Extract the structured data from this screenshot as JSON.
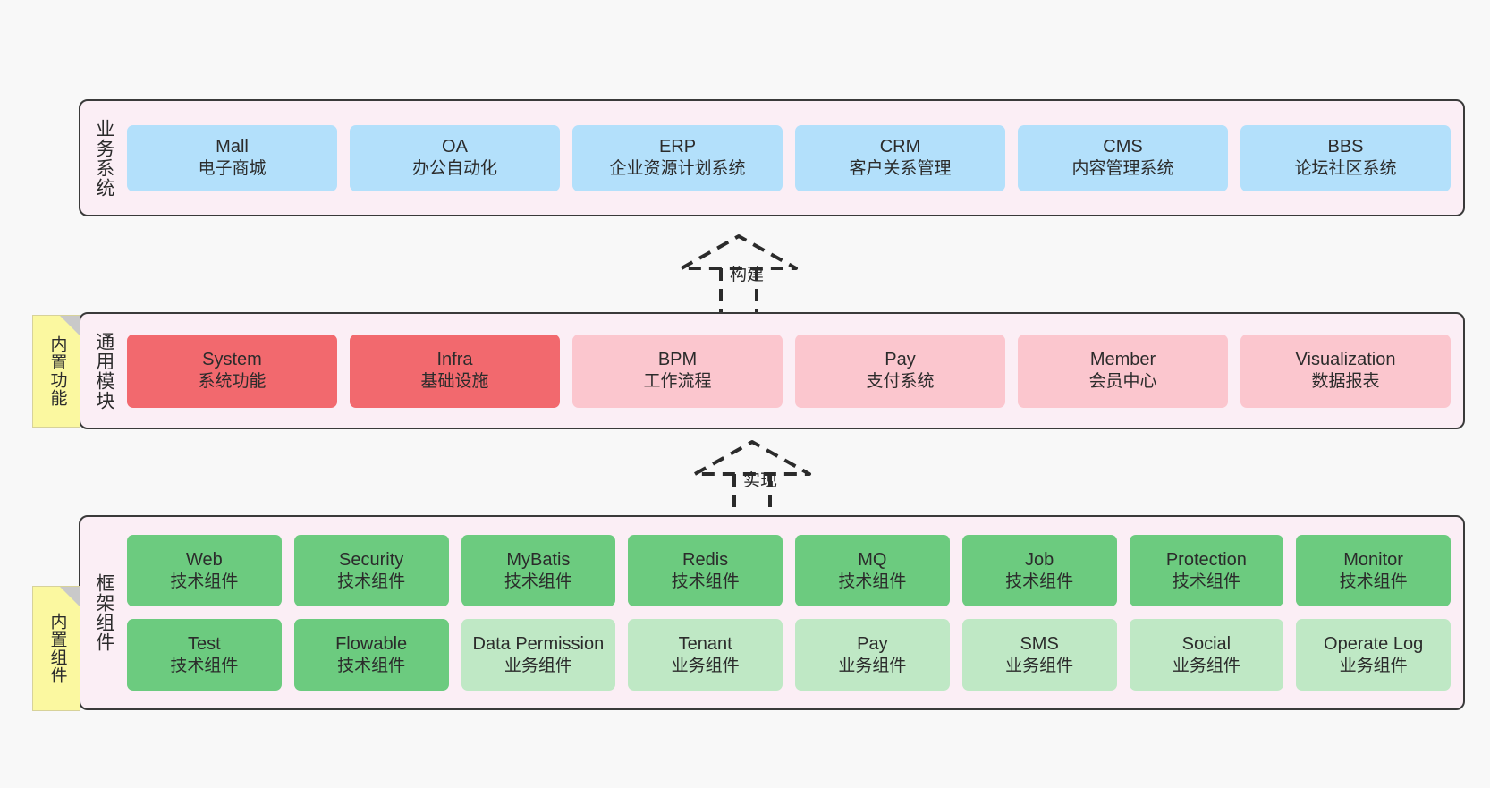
{
  "diagram": {
    "background": "#f8f8f8",
    "panel_bg": "#fbeef5",
    "panel_border": "#3a3a3a",
    "note_bg": "#fbf8a0",
    "colors": {
      "business": "#b3e0fb",
      "core_module": "#f2696e",
      "optional_module": "#fbc6ce",
      "tech_component": "#6ccb7f",
      "business_component": "#bfe8c5"
    }
  },
  "notes": [
    {
      "name": "builtin-features",
      "text": "内置功能"
    },
    {
      "name": "builtin-components",
      "text": "内置组件"
    }
  ],
  "connectors": [
    {
      "name": "build",
      "label": "构建"
    },
    {
      "name": "realize",
      "label": "实现"
    }
  ],
  "layers": [
    {
      "id": "business",
      "label": "业务系统",
      "rows": [
        [
          {
            "title": "Mall",
            "subtitle": "电子商城",
            "style": "blue"
          },
          {
            "title": "OA",
            "subtitle": "办公自动化",
            "style": "blue"
          },
          {
            "title": "ERP",
            "subtitle": "企业资源计划系统",
            "style": "blue"
          },
          {
            "title": "CRM",
            "subtitle": "客户关系管理",
            "style": "blue"
          },
          {
            "title": "CMS",
            "subtitle": "内容管理系统",
            "style": "blue"
          },
          {
            "title": "BBS",
            "subtitle": "论坛社区系统",
            "style": "blue"
          }
        ]
      ]
    },
    {
      "id": "common",
      "label": "通用模块",
      "rows": [
        [
          {
            "title": "System",
            "subtitle": "系统功能",
            "style": "red"
          },
          {
            "title": "Infra",
            "subtitle": "基础设施",
            "style": "red"
          },
          {
            "title": "BPM",
            "subtitle": "工作流程",
            "style": "pink"
          },
          {
            "title": "Pay",
            "subtitle": "支付系统",
            "style": "pink"
          },
          {
            "title": "Member",
            "subtitle": "会员中心",
            "style": "pink"
          },
          {
            "title": "Visualization",
            "subtitle": "数据报表",
            "style": "pink"
          }
        ]
      ]
    },
    {
      "id": "framework",
      "label": "框架组件",
      "rows": [
        [
          {
            "title": "Web",
            "subtitle": "技术组件",
            "style": "green"
          },
          {
            "title": "Security",
            "subtitle": "技术组件",
            "style": "green"
          },
          {
            "title": "MyBatis",
            "subtitle": "技术组件",
            "style": "green"
          },
          {
            "title": "Redis",
            "subtitle": "技术组件",
            "style": "green"
          },
          {
            "title": "MQ",
            "subtitle": "技术组件",
            "style": "green"
          },
          {
            "title": "Job",
            "subtitle": "技术组件",
            "style": "green"
          },
          {
            "title": "Protection",
            "subtitle": "技术组件",
            "style": "green"
          },
          {
            "title": "Monitor",
            "subtitle": "技术组件",
            "style": "green"
          }
        ],
        [
          {
            "title": "Test",
            "subtitle": "技术组件",
            "style": "green"
          },
          {
            "title": "Flowable",
            "subtitle": "技术组件",
            "style": "green"
          },
          {
            "title": "Data Permission",
            "subtitle": "业务组件",
            "style": "lightgreen"
          },
          {
            "title": "Tenant",
            "subtitle": "业务组件",
            "style": "lightgreen"
          },
          {
            "title": "Pay",
            "subtitle": "业务组件",
            "style": "lightgreen"
          },
          {
            "title": "SMS",
            "subtitle": "业务组件",
            "style": "lightgreen"
          },
          {
            "title": "Social",
            "subtitle": "业务组件",
            "style": "lightgreen"
          },
          {
            "title": "Operate Log",
            "subtitle": "业务组件",
            "style": "lightgreen"
          }
        ]
      ]
    }
  ]
}
